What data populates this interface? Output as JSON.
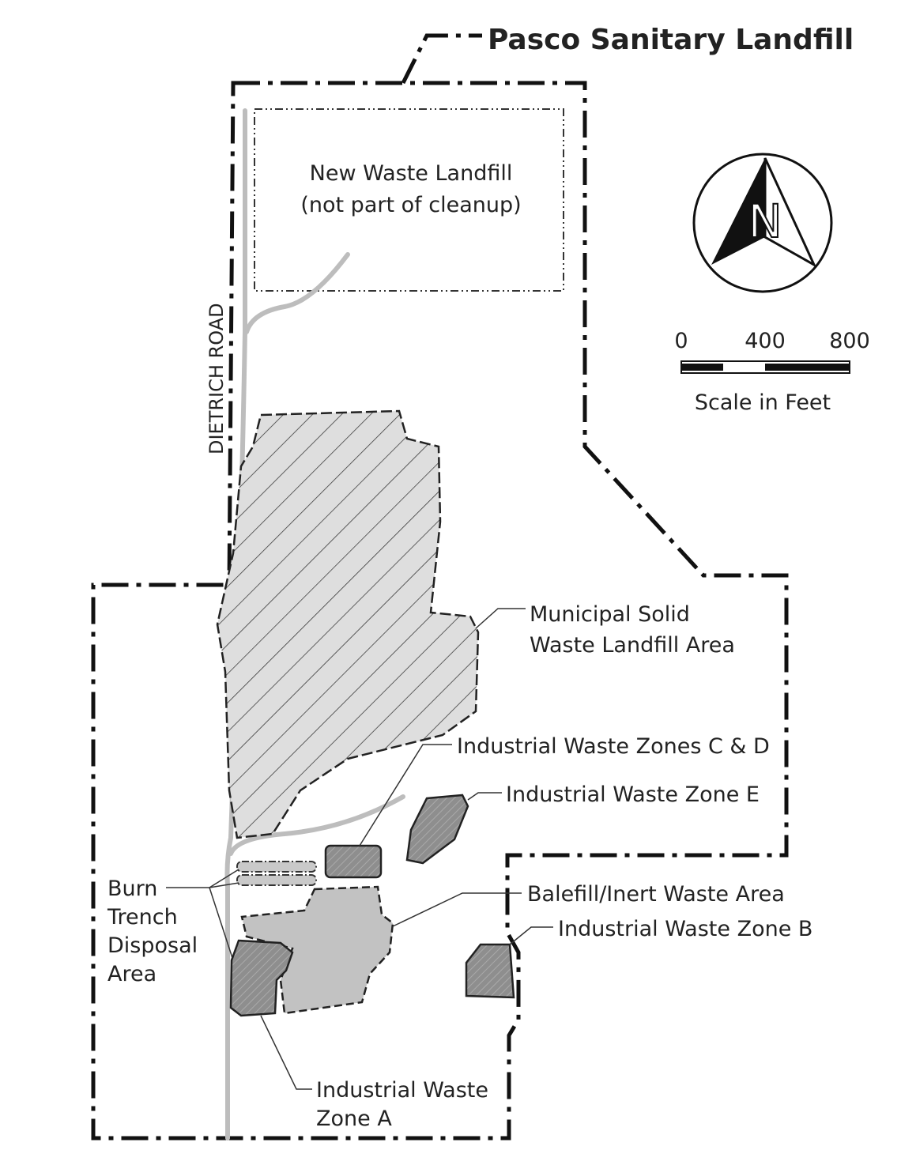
{
  "title": "Pasco Sanitary Landfill",
  "labels": {
    "new_waste_1": "New Waste Landfill",
    "new_waste_2": "(not part of cleanup)",
    "road": "DIETRICH ROAD",
    "msw_1": "Municipal Solid",
    "msw_2": "Waste Landfill Area",
    "zones_cd": "Industrial Waste Zones C & D",
    "zone_e": "Industrial Waste Zone E",
    "balefill": "Balefill/Inert Waste Area",
    "zone_b": "Industrial Waste Zone B",
    "burn_1": "Burn",
    "burn_2": "Trench",
    "burn_3": "Disposal",
    "burn_4": "Area",
    "zone_a_1": "Industrial Waste",
    "zone_a_2": "Zone A"
  },
  "compass": {
    "letter": "N"
  },
  "scale": {
    "ticks": [
      "0",
      "400",
      "800"
    ],
    "caption": "Scale in Feet"
  },
  "colors": {
    "light_fill": "#dcdcdc",
    "dark_fill": "#8f8f8f",
    "balefill": "#c2c2c2",
    "road": "#bdbdbd"
  }
}
